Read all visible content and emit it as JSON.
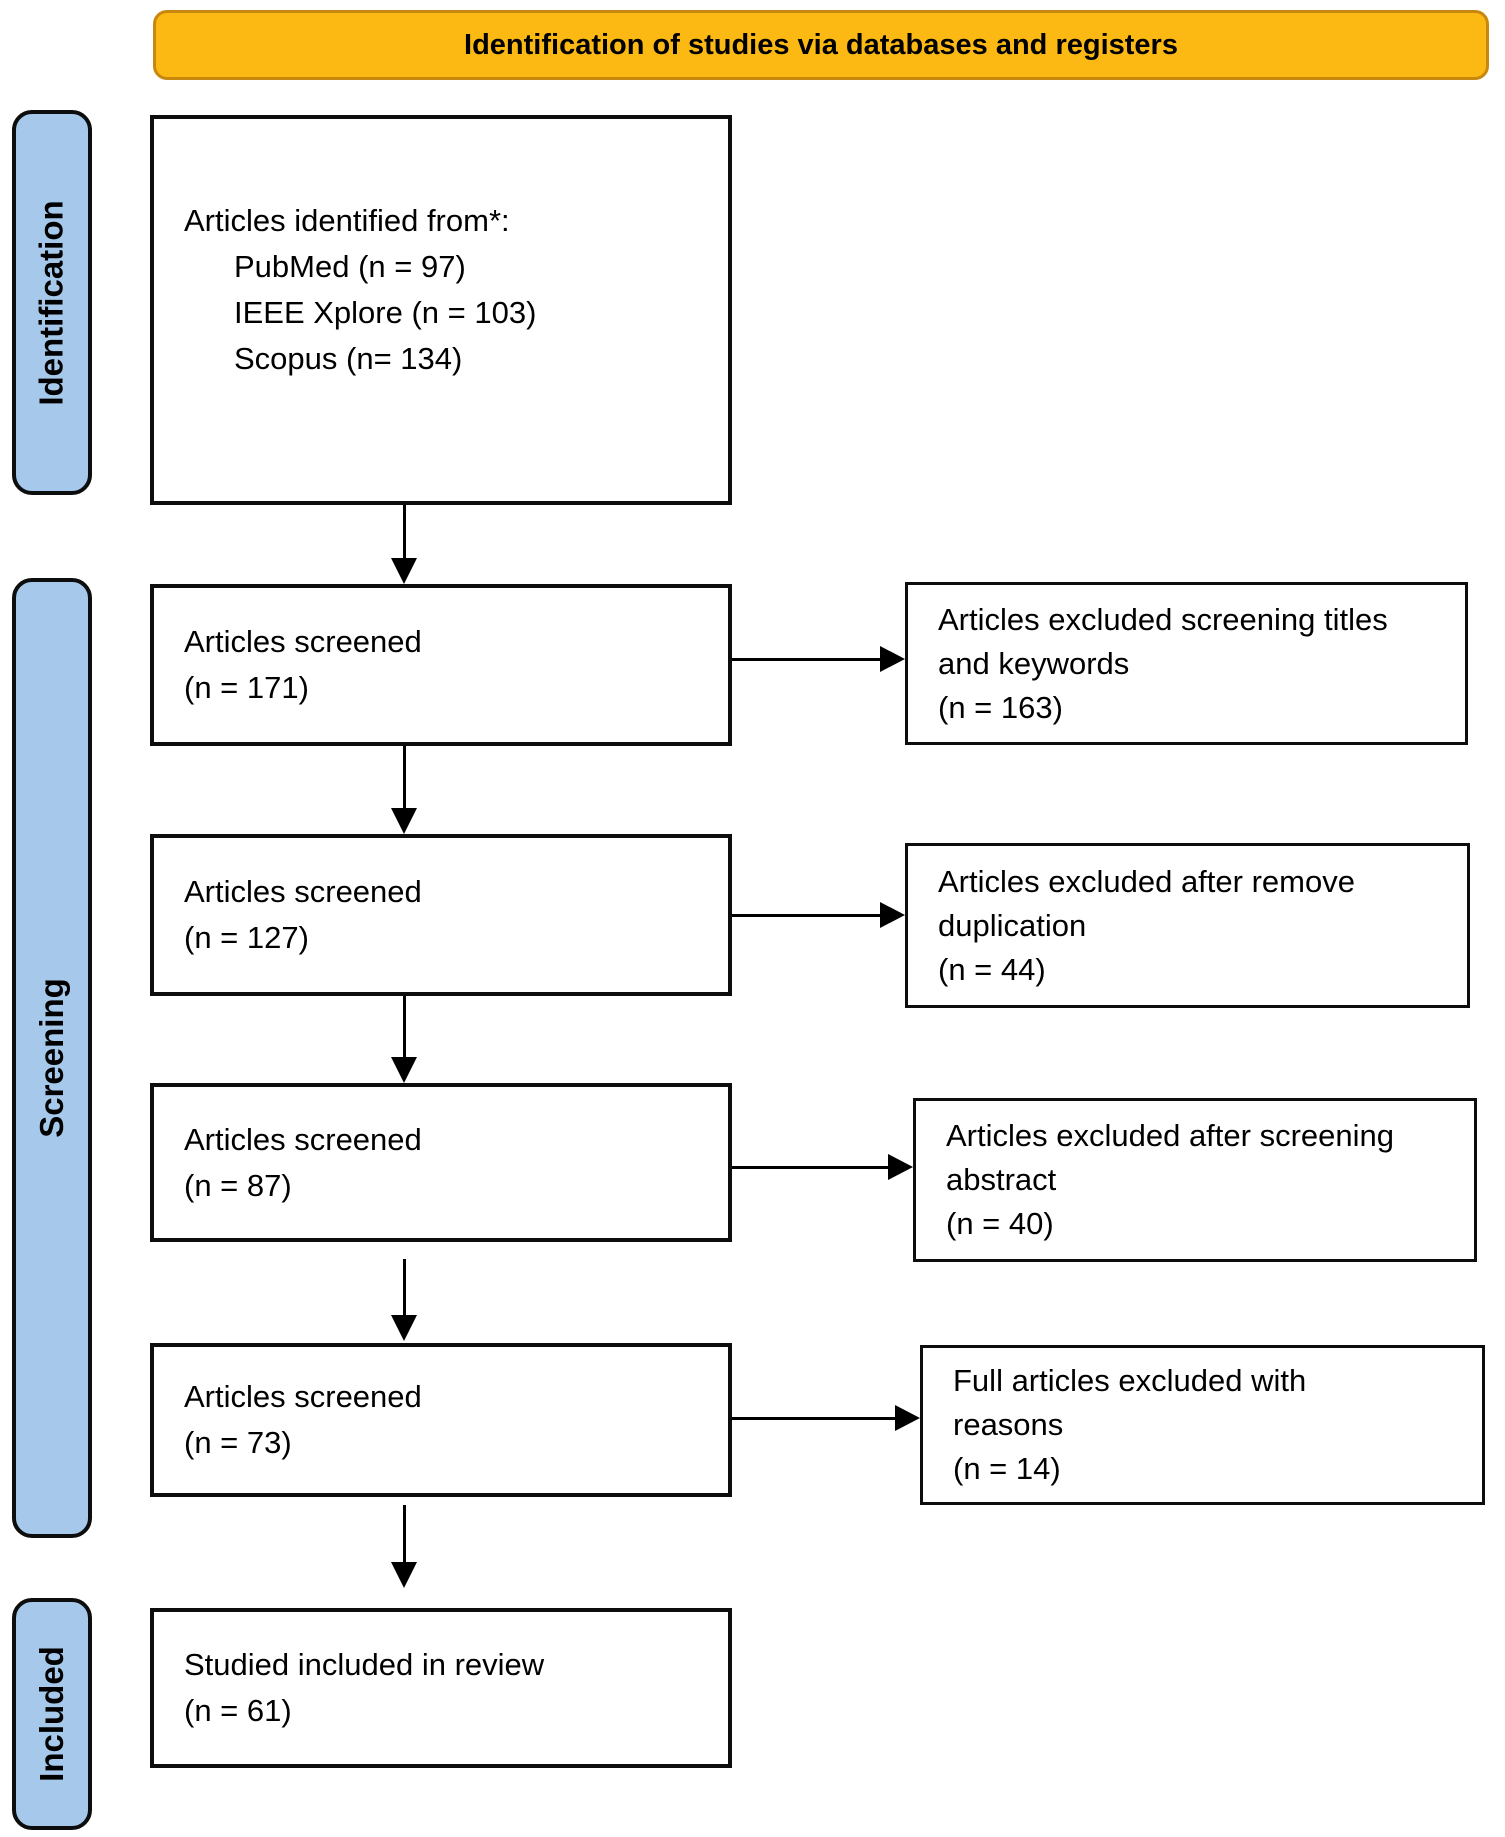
{
  "banner": {
    "title": "Identification of studies via databases and registers"
  },
  "stages": [
    {
      "label": "Identification"
    },
    {
      "label": "Screening"
    },
    {
      "label": "Included"
    }
  ],
  "boxes": {
    "identified": {
      "intro": "Articles identified from*:",
      "sources": [
        "PubMed (n = 97)",
        "IEEE Xplore (n = 103)",
        "Scopus (n= 134)"
      ]
    },
    "screened": [
      {
        "label": "Articles screened",
        "count": "(n = 171)"
      },
      {
        "label": "Articles screened",
        "count": "(n = 127)"
      },
      {
        "label": "Articles screened",
        "count": "(n = 87)"
      },
      {
        "label": "Articles screened",
        "count": "(n = 73)"
      }
    ],
    "excluded": [
      {
        "lines": [
          "Articles excluded screening titles",
          "and keywords"
        ],
        "count": "(n = 163)"
      },
      {
        "lines": [
          "Articles excluded after remove",
          "duplication"
        ],
        "count": "(n = 44)"
      },
      {
        "lines": [
          "Articles excluded after screening",
          "abstract"
        ],
        "count": "(n = 40)"
      },
      {
        "lines": [
          "Full articles excluded with",
          "reasons"
        ],
        "count": "(n = 14)"
      }
    ],
    "included": {
      "label": "Studied included in review",
      "count": "(n = 61)"
    }
  },
  "colors": {
    "banner_bg": "#FCB813",
    "banner_border": "#C8880E",
    "stage_bg": "#A5C8EB",
    "stage_border": "#0D0D0D",
    "box_border": "#0D0D0D",
    "text": "#000000"
  }
}
